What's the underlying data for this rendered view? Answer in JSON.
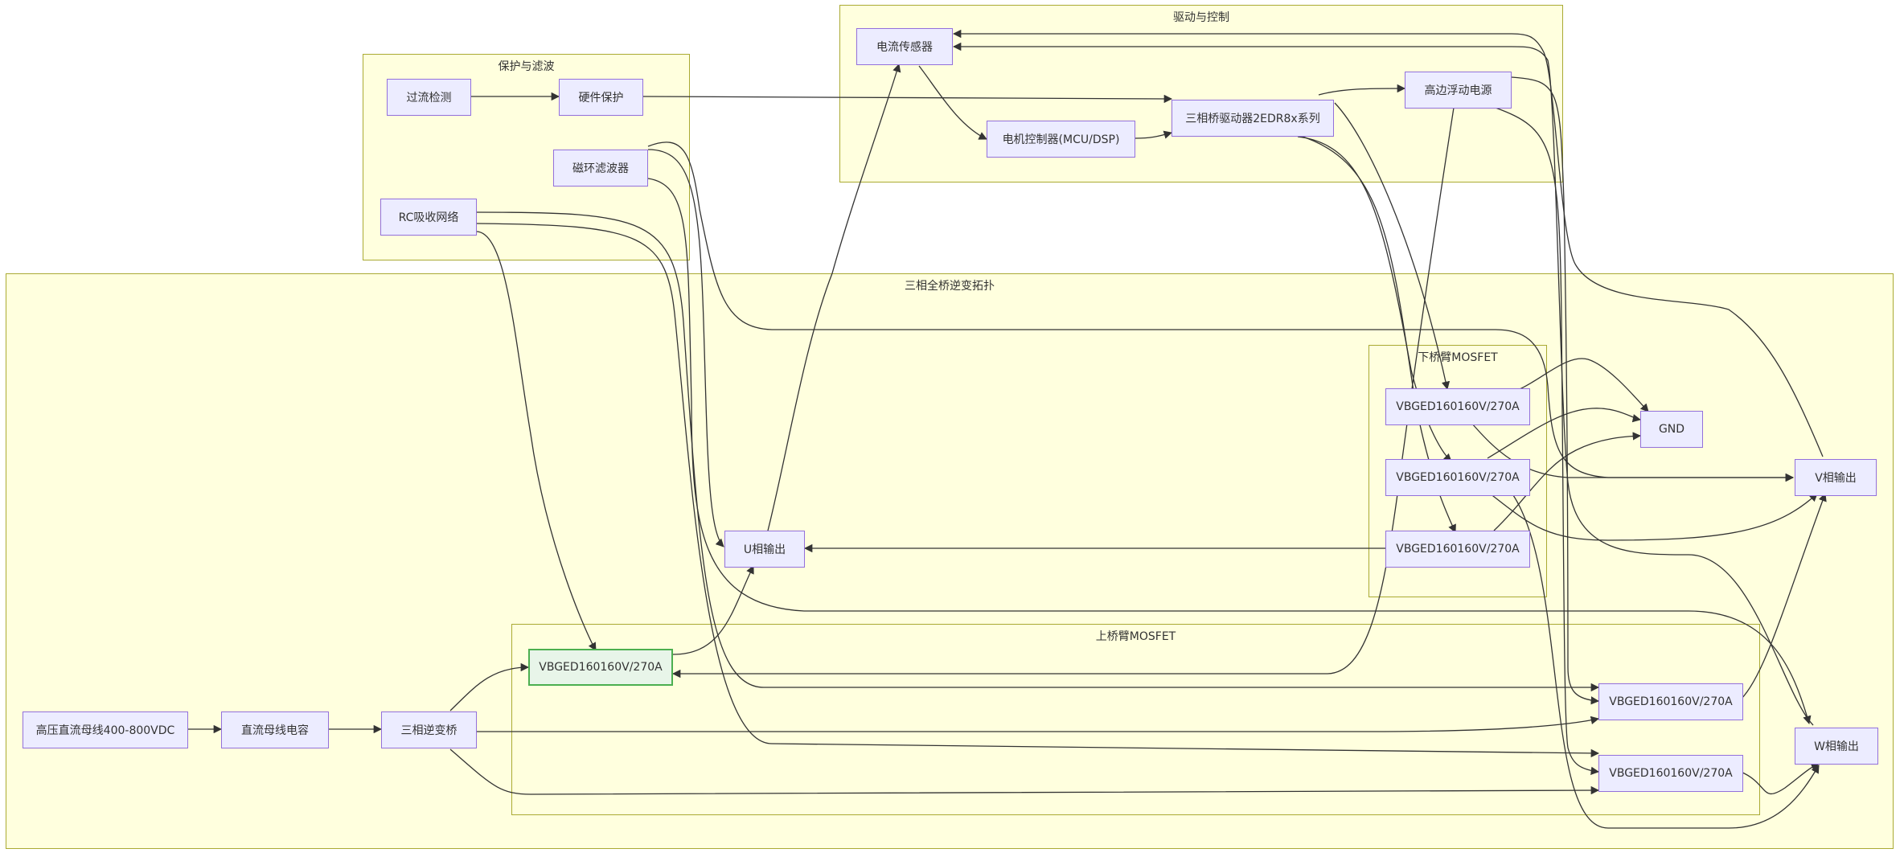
{
  "clusters": {
    "drive": "驱动与控制",
    "protect": "保护与滤波",
    "inverter": "三相全桥逆变拓扑",
    "low_arm": "下桥臂MOSFET",
    "high_arm": "上桥臂MOSFET"
  },
  "nodes": {
    "sensor": "电流传感器",
    "controller": "电机控制器(MCU/DSP)",
    "driver": "三相桥驱动器2EDR8x系列",
    "float_power": "高边浮动电源",
    "oc_detect": "过流检测",
    "hw_protect": "硬件保护",
    "ferrite": "磁环滤波器",
    "rc_snubber": "RC吸收网络",
    "low_q1": "VBGED160160V/270A",
    "low_q2": "VBGED160160V/270A",
    "low_q3": "VBGED160160V/270A",
    "gnd": "GND",
    "v_out": "V相输出",
    "u_out": "U相输出",
    "w_out": "W相输出",
    "high_q1": "VBGED160160V/270A",
    "high_q2": "VBGED160160V/270A",
    "high_q3": "VBGED160160V/270A",
    "hv_bus": "高压直流母线400-800VDC",
    "dc_cap": "直流母线电容",
    "bridge": "三相逆变桥"
  },
  "colors": {
    "cluster_fill": "#ffffde",
    "cluster_border": "#aaaa33",
    "node_fill": "#ececff",
    "node_border": "#9370db",
    "highlight_fill": "#e8f5e9",
    "highlight_border": "#4caf50"
  }
}
